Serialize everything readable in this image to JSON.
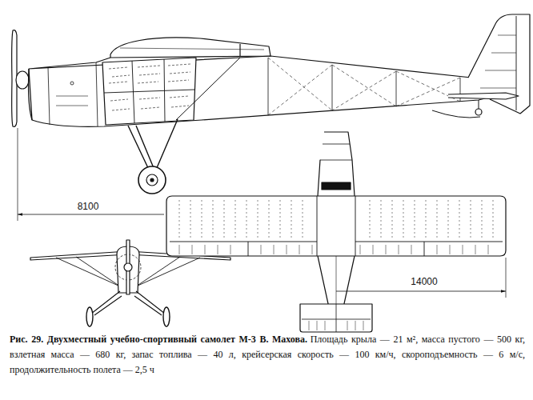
{
  "diagram": {
    "title": "Рис. 29. Двухместный учебно-спортивный самолет М-3 В. Махова.",
    "caption": "Площадь крыла — 21 м², масса пустого — 500 кг, взлетная масса — 680 кг, запас топлива — 40 л, крейсерская скорость — 100 км/ч, скороподъемность — 6 м/с, продолжительность полета — 2,5 ч",
    "labels": [
      "8100",
      "14000"
    ]
  }
}
